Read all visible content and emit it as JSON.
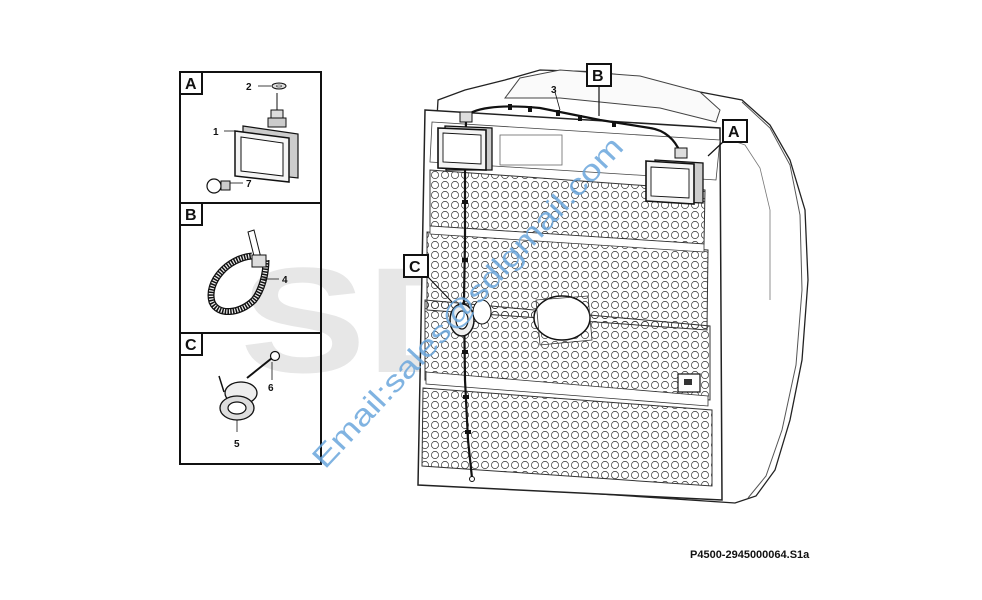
{
  "watermark_brand": "SDLG",
  "watermark_email": "Email:sales@sdlgmail.com",
  "drawing_code": "P4500-2945000064.S1a",
  "details": [
    {
      "letter": "A",
      "callouts": [
        "2",
        "1",
        "7"
      ]
    },
    {
      "letter": "B",
      "callouts": [
        "4"
      ]
    },
    {
      "letter": "C",
      "callouts": [
        "6",
        "5"
      ]
    }
  ],
  "main_view": {
    "tags": [
      "B",
      "A",
      "C"
    ],
    "harness_callout": "3"
  }
}
